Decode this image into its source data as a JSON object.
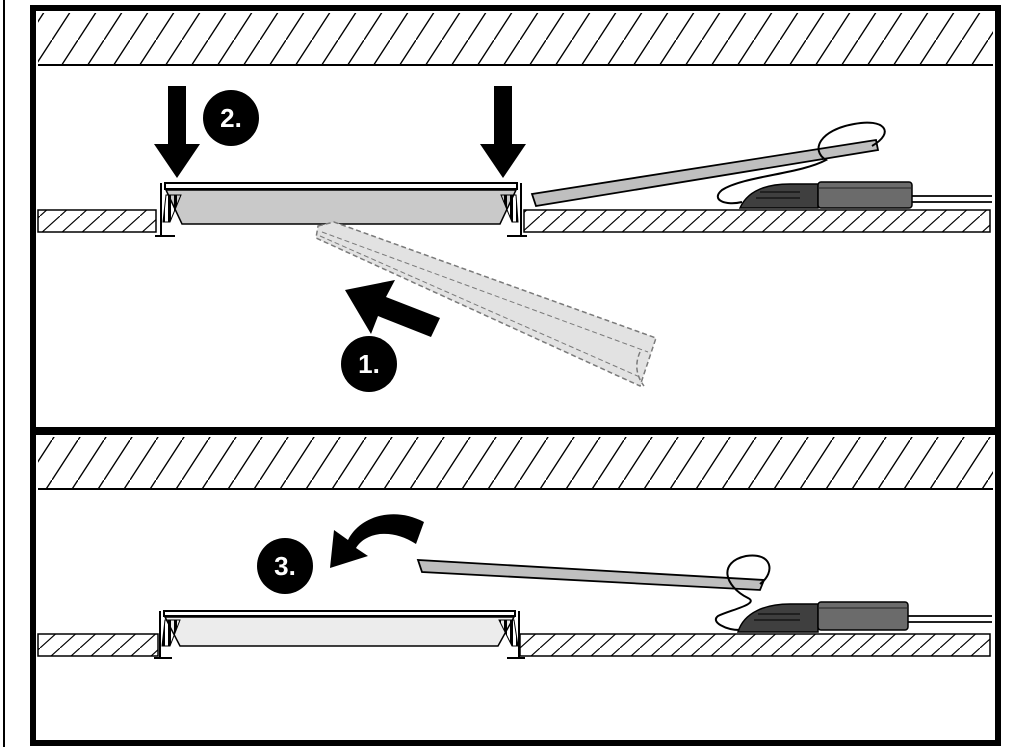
{
  "diagram": {
    "steps": [
      {
        "label": "1."
      },
      {
        "label": "2."
      },
      {
        "label": "3."
      }
    ],
    "colors": {
      "line": "#000000",
      "background": "#ffffff",
      "panel_fill": "#c9c9c9",
      "diffuser_fill": "#e2e2e2",
      "diffuser_outline": "#7a7a7a",
      "strip_fill": "#bfbfbf",
      "driver_fill": "#6b6b6b",
      "driver_dark": "#3f3f3f",
      "lit_panel_fill": "#ececec"
    },
    "icons": [
      "ceiling-hatch-icon",
      "push-down-arrow-icon",
      "insert-arrow-icon",
      "curved-arrow-icon",
      "led-driver-icon",
      "cable-icon",
      "spring-clip-icon"
    ]
  }
}
